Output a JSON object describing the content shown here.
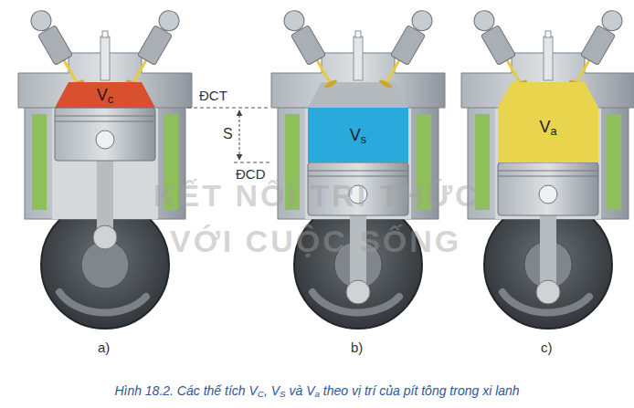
{
  "diagram": {
    "caption": "Hình 18.2. Các thể tích VC, VS và Va theo vị trí của pít tông trong xi lanh",
    "nodes": [
      {
        "text": [
          "Vc"
        ]
      },
      {
        "text": [
          "Vs"
        ]
      },
      {
        "text": [
          "Va"
        ]
      }
    ],
    "labels": [
      "ĐCT",
      "S",
      "ĐCD",
      "a)",
      "b)",
      "c)",
      "KẾT NỐI TRI THỨC",
      "VỚI CUỘC SỐNG"
    ]
  }
}
